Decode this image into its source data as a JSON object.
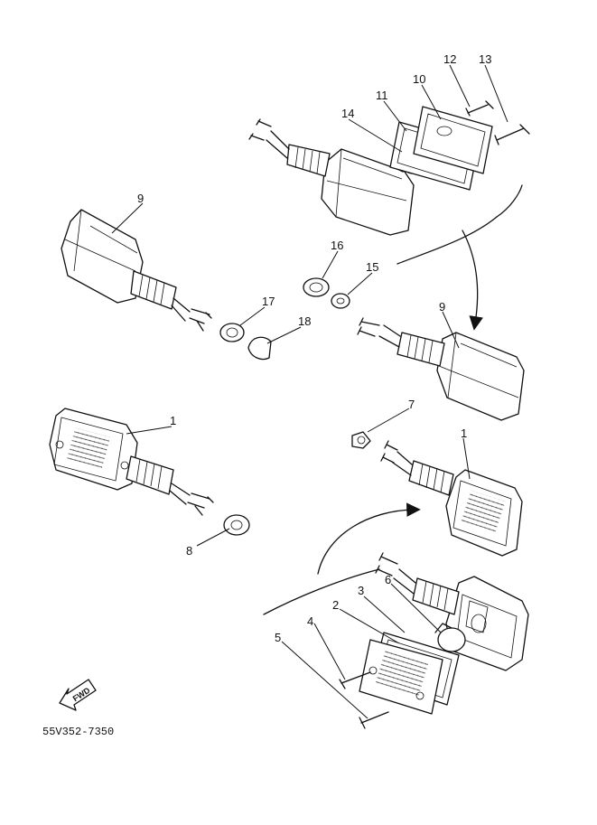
{
  "callouts": {
    "c1a": "1",
    "c1b": "1",
    "c2": "2",
    "c3": "3",
    "c4": "4",
    "c5": "5",
    "c6": "6",
    "c7": "7",
    "c8": "8",
    "c9a": "9",
    "c9b": "9",
    "c10": "10",
    "c11": "11",
    "c12": "12",
    "c13": "13",
    "c14": "14",
    "c15": "15",
    "c16": "16",
    "c17": "17",
    "c18": "18"
  },
  "fwd_label": "FWD",
  "diagram_code": "55V352-7350"
}
